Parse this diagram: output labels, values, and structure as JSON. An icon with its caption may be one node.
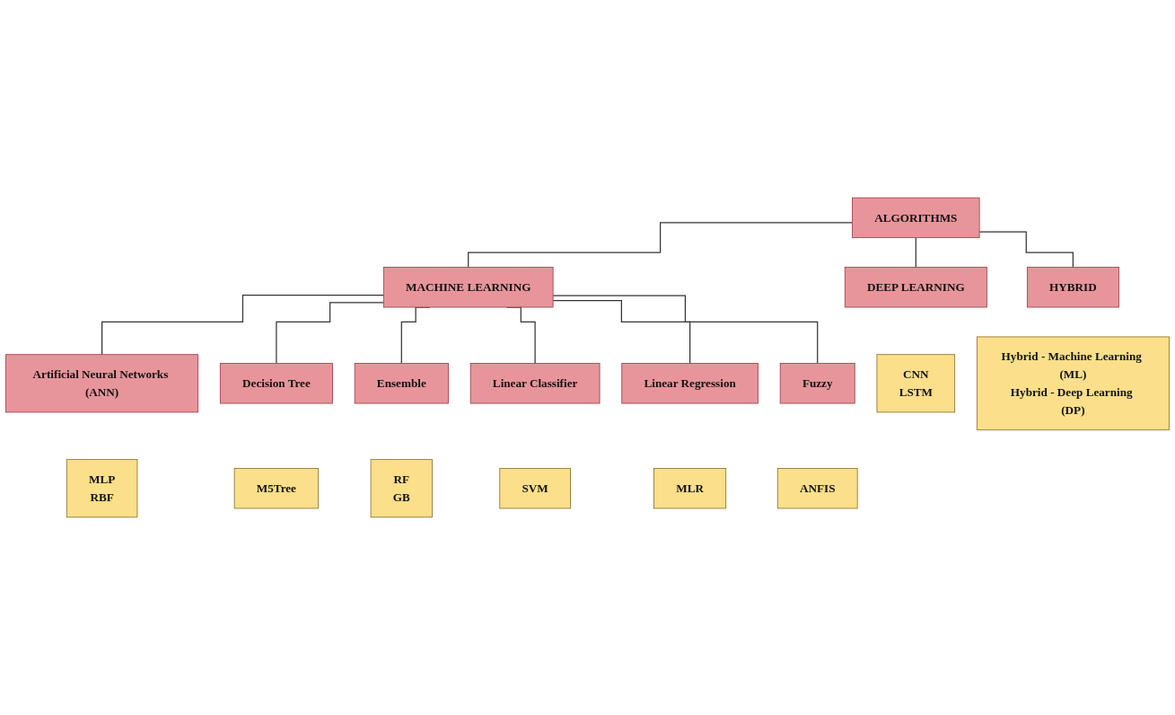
{
  "diagram": {
    "nodes": [
      {
        "text": [
          "ALGORITHMS"
        ]
      },
      {
        "text": [
          "MACHINE LEARNING"
        ]
      },
      {
        "text": [
          "DEEP LEARNING"
        ]
      },
      {
        "text": [
          "HYBRID"
        ]
      },
      {
        "text": [
          "Artificial Neural Networks (ANN)"
        ]
      },
      {
        "text": [
          "Ensemble"
        ]
      },
      {
        "text": [
          "Linear Regression"
        ]
      },
      {
        "text": [
          "CNN",
          "LSTM"
        ]
      },
      {
        "text": [
          "Hybrid - Machine Learning (ML)",
          "Hybrid - Deep Learning (DP)"
        ]
      },
      {
        "text": [
          "MLP",
          "RBF"
        ]
      },
      {
        "text": [
          "RF",
          "GB"
        ]
      },
      {
        "text": [
          "MLR"
        ]
      },
      {
        "text": [
          "Decision Tree"
        ]
      },
      {
        "text": [
          "Linear Classifier"
        ]
      },
      {
        "text": [
          "Fuzzy"
        ]
      },
      {
        "text": [
          "M5Tree"
        ]
      },
      {
        "text": [
          "SVM"
        ]
      },
      {
        "text": [
          "ANFIS"
        ]
      }
    ],
    "edges": [
      {
        "from": 0,
        "to": 1,
        "arrow": "none"
      },
      {
        "from": 0,
        "to": 2,
        "arrow": "none"
      },
      {
        "from": 0,
        "to": 3,
        "arrow": "none"
      },
      {
        "from": 1,
        "to": 4,
        "arrow": "none"
      },
      {
        "from": 1,
        "to": 12,
        "arrow": "none"
      },
      {
        "from": 1,
        "to": 5,
        "arrow": "none"
      },
      {
        "from": 1,
        "to": 13,
        "arrow": "none"
      },
      {
        "from": 1,
        "to": 6,
        "arrow": "none"
      },
      {
        "from": 1,
        "to": 14,
        "arrow": "none"
      }
    ]
  }
}
